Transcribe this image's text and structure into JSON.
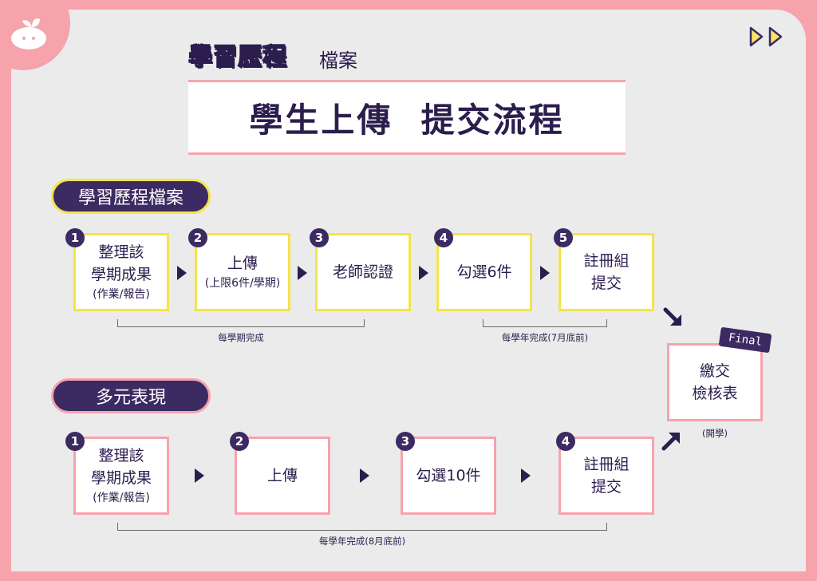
{
  "header": {
    "brand": "學習歷程",
    "brand_suffix": "檔案",
    "main_title": "學生上傳  提交流程"
  },
  "portfolio": {
    "label": "學習歷程檔案",
    "steps": [
      {
        "num": "1",
        "lines": [
          "整理該",
          "學期成果"
        ],
        "sub": "(作業/報告)"
      },
      {
        "num": "2",
        "lines": [
          "上傳"
        ],
        "sub": "(上限6件/學期)"
      },
      {
        "num": "3",
        "lines": [
          "老師認證"
        ],
        "sub": ""
      },
      {
        "num": "4",
        "lines": [
          "勾選6件"
        ],
        "sub": ""
      },
      {
        "num": "5",
        "lines": [
          "註冊組",
          "提交"
        ],
        "sub": ""
      }
    ],
    "note_semester": "每學期完成",
    "note_year": "每學年完成(7月底前)"
  },
  "diverse": {
    "label": "多元表現",
    "steps": [
      {
        "num": "1",
        "lines": [
          "整理該",
          "學期成果"
        ],
        "sub": "(作業/報告)"
      },
      {
        "num": "2",
        "lines": [
          "上傳"
        ],
        "sub": ""
      },
      {
        "num": "3",
        "lines": [
          "勾選10件"
        ],
        "sub": ""
      },
      {
        "num": "4",
        "lines": [
          "註冊組",
          "提交"
        ],
        "sub": ""
      }
    ],
    "note_year": "每學年完成(8月底前)"
  },
  "final": {
    "tag": "Final",
    "lines": [
      "繳交",
      "檢核表"
    ],
    "note": "(開學)"
  },
  "colors": {
    "border_pink": "#f6a3ac",
    "panel_gray": "#ebebeb",
    "navy": "#3c2b62",
    "yellow": "#f4e44a"
  }
}
